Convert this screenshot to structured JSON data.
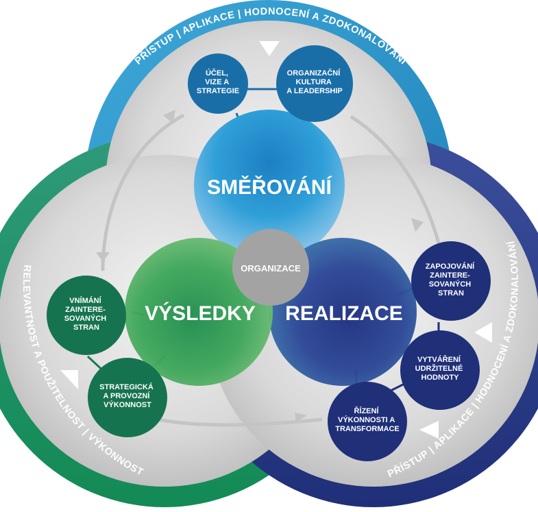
{
  "center": {
    "label": "ORGANIZACE"
  },
  "main_circles": {
    "direction": "SMĚŘOVÁNÍ",
    "results": "VÝSLEDKY",
    "execution": "REALIZACE"
  },
  "nodes": {
    "purpose": [
      "ÚČEL,",
      "VIZE A",
      "STRATEGIE"
    ],
    "culture": [
      "ORGANIZAČNÍ",
      "KULTURA",
      "A LEADERSHIP"
    ],
    "stakeholder_engagement": [
      "ZAPOJOVÁNÍ",
      "ZAINTERE-",
      "SOVANÝCH",
      "STRAN"
    ],
    "sustainable_value": [
      "VYTVÁŘENÍ",
      "UDRŽITELNÉ",
      "HODNOTY"
    ],
    "performance_transformation": [
      "ŘÍZENÍ",
      "VÝKONNOSTI A",
      "TRANSFORMACE"
    ],
    "stakeholder_perception": [
      "VNÍMÁNÍ",
      "ZAINTERE-",
      "SOVANÝCH",
      "STRAN"
    ],
    "strategic_performance": [
      "STRATEGICKÁ",
      "A PROVOZNÍ",
      "VÝKONNOST"
    ]
  },
  "ring": {
    "top": "PŘÍSTUP  |  APLIKACE  |  HODNOCENÍ A ZDOKONALOVÁNÍ",
    "right": "PŘÍSTUP  |  APLIKACE  |  HODNOCENÍ A ZDOKONALOVÁNÍ",
    "left": "RELEVANTNOST A POUŽITELNOST  |  VÝKONNOST"
  },
  "colors": {
    "blue": "#1a8cc9",
    "green": "#17935a",
    "navy": "#1c2f7a",
    "gray": "#a3a3a3"
  }
}
